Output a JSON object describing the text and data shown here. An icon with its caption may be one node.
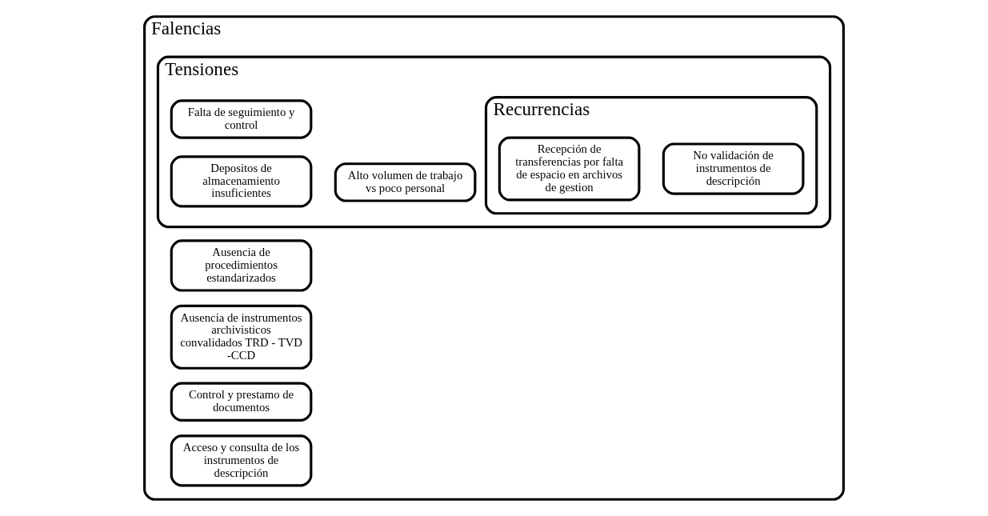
{
  "diagram": {
    "nodes": [
      {
        "text": [
          "Falencias"
        ]
      },
      {
        "text": [
          "Ausencia de procedimientos estandarizados"
        ],
        "in": 0
      },
      {
        "text": [
          "Ausencia de instrumentos archivisticos convalidados TRD - TVD -CCD"
        ],
        "in": 0
      },
      {
        "text": [
          "Control y prestamo de documentos"
        ],
        "in": 0
      },
      {
        "text": [
          "Acceso y consulta de los instrumentos de descripción"
        ],
        "in": 0
      },
      {
        "text": [
          "Tensiones"
        ],
        "in": 0
      },
      {
        "text": [
          "Alto volumen de trabajo vs poco personal"
        ],
        "in": 5
      },
      {
        "text": [
          "Falta de seguimiento y control"
        ],
        "in": 5
      },
      {
        "text": [
          "Depositos de almacenamiento insuficientes"
        ],
        "in": 5
      },
      {
        "text": [
          "Recurrencias"
        ],
        "in": 5
      },
      {
        "text": [
          "Recepción de transferencias por falta de espacio en archivos de gestion"
        ],
        "in": 9
      },
      {
        "text": [
          "No validación de instrumentos de descripción"
        ],
        "in": 9
      }
    ]
  }
}
